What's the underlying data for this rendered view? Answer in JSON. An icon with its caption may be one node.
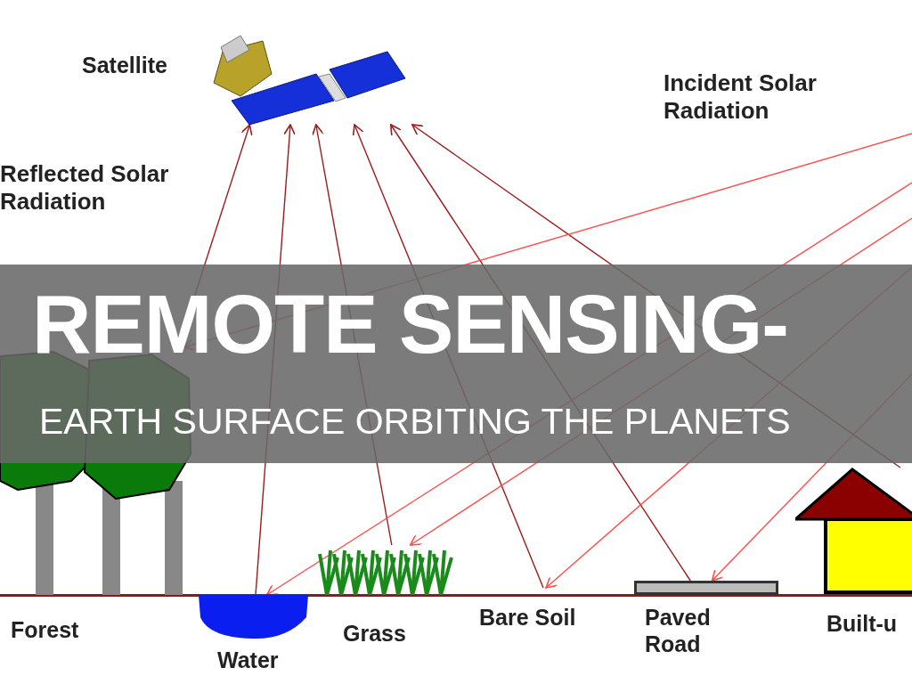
{
  "diagram": {
    "title": "REMOTE SENSING-",
    "nodes": [
      {
        "text": [],
        "shape": "picture",
        "beside": [
          "Satellite"
        ]
      },
      {
        "text": [],
        "shape": "picture",
        "beside": [
          "Forest"
        ]
      },
      {
        "text": [],
        "shape": "box",
        "beside": [
          "Water"
        ]
      },
      {
        "text": [],
        "shape": "picture",
        "beside": [
          "Grass"
        ]
      },
      {
        "text": [
          "Bare Soil"
        ]
      },
      {
        "text": [],
        "shape": "bar",
        "beside": [
          "Paved Road"
        ]
      },
      {
        "text": [],
        "shape": "picture",
        "beside": [
          "Built-u"
        ]
      }
    ],
    "edges": [
      {
        "from": 1,
        "to": 0,
        "arrow": "to"
      },
      {
        "from": 2,
        "to": 0,
        "arrow": "to"
      },
      {
        "from": 3,
        "to": 0,
        "arrow": "to"
      },
      {
        "from": 4,
        "to": 0,
        "arrow": "to"
      },
      {
        "from": 5,
        "to": 0,
        "arrow": "to"
      },
      {
        "from": 6,
        "to": 0,
        "arrow": "to"
      },
      {
        "from": null,
        "to": 1,
        "arrow": "to",
        "color": "#ff4d4d"
      },
      {
        "from": null,
        "to": 2,
        "arrow": "to",
        "color": "#ff4d4d"
      },
      {
        "from": null,
        "to": 3,
        "arrow": "to",
        "color": "#ff4d4d"
      },
      {
        "from": null,
        "to": 4,
        "arrow": "to",
        "color": "#ff4d4d"
      },
      {
        "from": null,
        "to": 5,
        "arrow": "to",
        "color": "#ff4d4d"
      }
    ],
    "labels": [
      "Incident Solar Radiation",
      "Reflected Solar Radiation",
      "EARTH SURFACE ORBITING THE PLANETS"
    ]
  }
}
